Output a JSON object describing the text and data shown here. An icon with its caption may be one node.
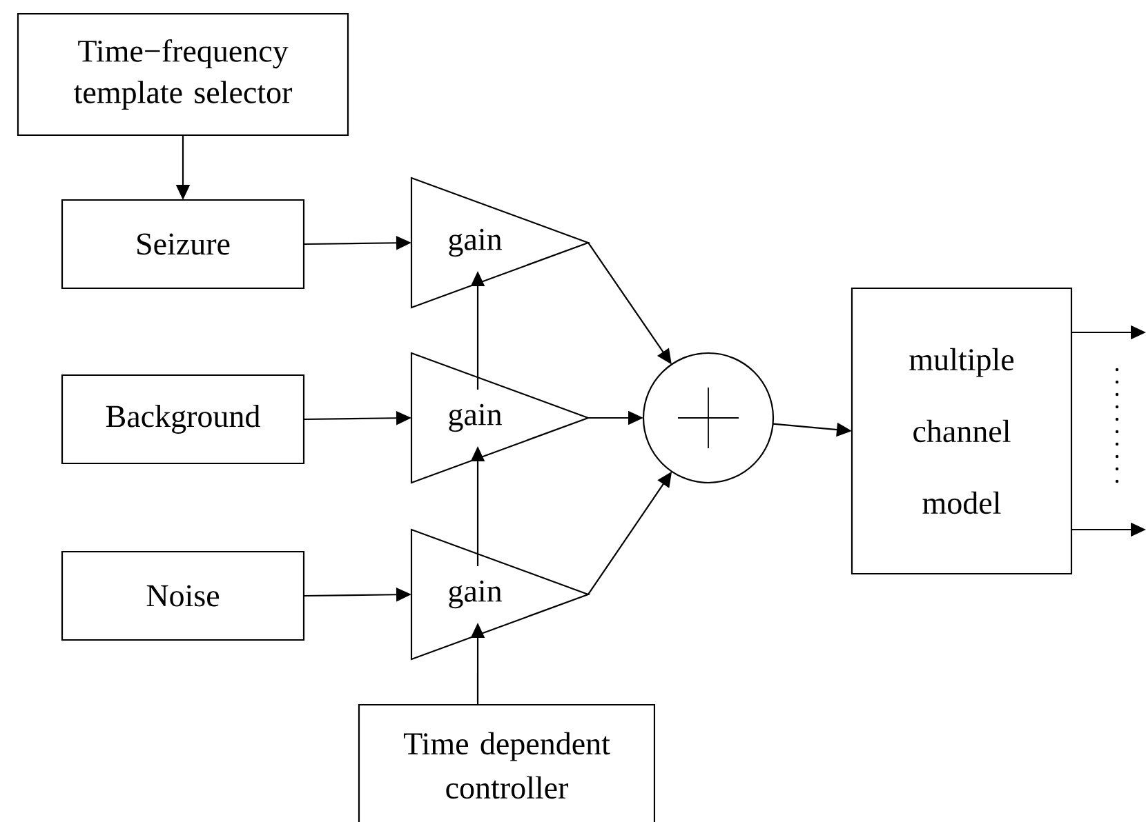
{
  "diagram": {
    "nodes": [
      {
        "text": [
          "Time−frequency template selector"
        ]
      },
      {
        "text": [
          "Seizure"
        ]
      },
      {
        "text": [
          "Background"
        ]
      },
      {
        "text": [
          "Noise"
        ]
      },
      {
        "text": [
          "gain"
        ]
      },
      {
        "text": [
          "gain"
        ]
      },
      {
        "text": [
          "gain"
        ]
      },
      {
        "text": [],
        "shape": "circle"
      },
      {
        "text": [
          "Time dependent controller"
        ]
      },
      {
        "text": [
          "multiple channel model"
        ]
      }
    ],
    "edges": [
      {
        "from": 0,
        "to": 1,
        "arrow": "to"
      },
      {
        "from": 1,
        "to": 4,
        "arrow": "to"
      },
      {
        "from": 2,
        "to": 5,
        "arrow": "to"
      },
      {
        "from": 3,
        "to": 6,
        "arrow": "to"
      },
      {
        "from": 8,
        "to": 6,
        "arrow": "to"
      },
      {
        "from": 6,
        "to": 5,
        "arrow": "to"
      },
      {
        "from": 5,
        "to": 4,
        "arrow": "to"
      },
      {
        "from": 4,
        "to": 7,
        "arrow": "to"
      },
      {
        "from": 5,
        "to": 7,
        "arrow": "to"
      },
      {
        "from": 6,
        "to": 7,
        "arrow": "to"
      },
      {
        "from": 7,
        "to": 9,
        "arrow": "to"
      },
      {
        "from": 9,
        "to": null,
        "arrow": "to"
      },
      {
        "from": 9,
        "to": null,
        "arrow": "to"
      }
    ]
  }
}
